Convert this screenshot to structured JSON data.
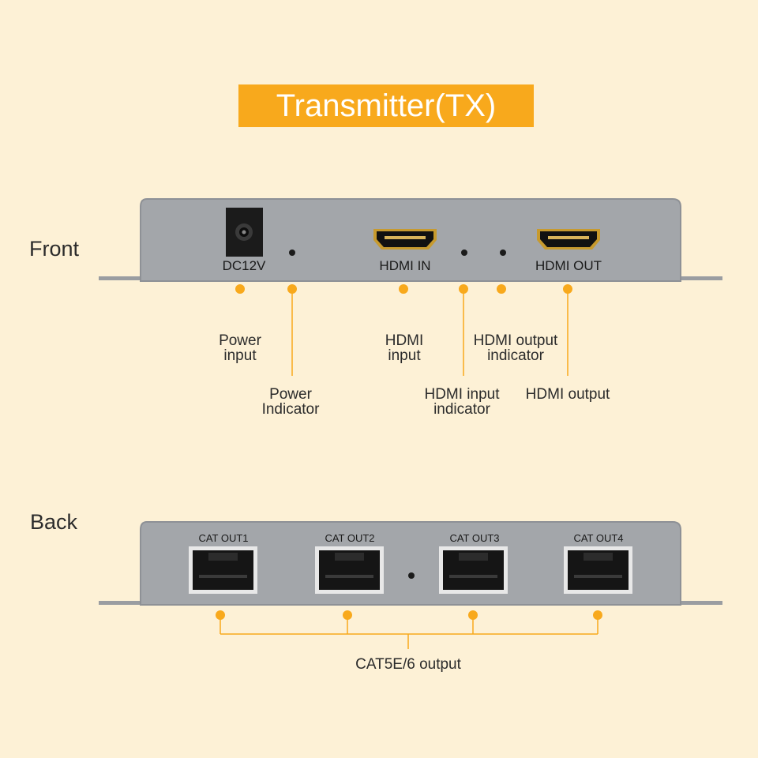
{
  "title": "Transmitter(TX)",
  "colors": {
    "background": "#fdf1d6",
    "accent": "#f8a91c",
    "device_body": "#a3a6aa",
    "device_edge": "#8e9196",
    "port_frame": "#e8e8e8"
  },
  "front": {
    "heading": "Front",
    "panel_labels": {
      "dc": "DC12V",
      "hdmi_in": "HDMI IN",
      "hdmi_out": "HDMI OUT"
    },
    "callouts": {
      "power_input": "Power\ninput",
      "power_indicator": "Power\nIndicator",
      "hdmi_input": "HDMI\ninput",
      "hdmi_input_indicator": "HDMI input\nindicator",
      "hdmi_output_indicator": "HDMI output\nindicator",
      "hdmi_output": "HDMI output"
    }
  },
  "back": {
    "heading": "Back",
    "ports": [
      "CAT OUT1",
      "CAT OUT2",
      "CAT OUT3",
      "CAT OUT4"
    ],
    "callout": "CAT5E/6 output"
  }
}
